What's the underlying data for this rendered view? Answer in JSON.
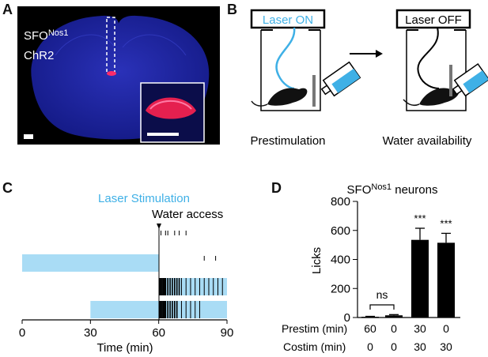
{
  "panels": {
    "A": {
      "letter": "A",
      "label_line1": "SFO",
      "label_line1_sup": "Nos1",
      "label_line2": "ChR2"
    },
    "B": {
      "letter": "B",
      "left_box_label": "Laser ON",
      "right_box_label": "Laser OFF",
      "left_caption": "Prestimulation",
      "right_caption": "Water availability"
    },
    "C": {
      "letter": "C",
      "laser_label": "Laser Stimulation",
      "water_label": "Water access",
      "xlabel": "Time (min)",
      "xticks": [
        "0",
        "30",
        "60",
        "90"
      ]
    },
    "D": {
      "letter": "D",
      "title": "SFO",
      "title_sup": "Nos1",
      "title_suffix": "neurons",
      "ylabel": "Licks",
      "yticks": [
        "0",
        "200",
        "400",
        "600",
        "800"
      ],
      "row1_label": "Prestim (min)",
      "row1_values": [
        "60",
        "0",
        "30",
        "0"
      ],
      "row2_label": "Costim (min)",
      "row2_values": [
        "0",
        "0",
        "30",
        "30"
      ],
      "ns_label": "ns",
      "sig_labels": [
        "***",
        "***"
      ]
    }
  },
  "colors": {
    "laser_blue": "#a9dcf5",
    "fiber_blue": "#3fb0e6",
    "brain_blue": "#1a1f9e",
    "marker_pink": "#ff2b6a",
    "bar_black": "#000000"
  },
  "chart_data": [
    {
      "type": "raster",
      "title": "",
      "xlabel": "Time (min)",
      "xlim": [
        0,
        90
      ],
      "xticks": [
        0,
        30,
        60,
        90
      ],
      "event_line_x": 60,
      "annotations": [
        "Laser Stimulation",
        "Water access"
      ],
      "rows": [
        {
          "laser": null,
          "licks": [
            61,
            63,
            64,
            67,
            69,
            72
          ]
        },
        {
          "laser": [
            0,
            60
          ],
          "licks": [
            80,
            85
          ]
        },
        {
          "laser": [
            60,
            90
          ],
          "licks": [
            60.5,
            61,
            61.5,
            62,
            62.5,
            63,
            64,
            65,
            66,
            67,
            68,
            69,
            70,
            72,
            74,
            76,
            78,
            80,
            82,
            84,
            86,
            88
          ]
        },
        {
          "laser": [
            30,
            90
          ],
          "licks": [
            60.5,
            61,
            61.5,
            62,
            62.5,
            63,
            64,
            65,
            66,
            67,
            68,
            70,
            72,
            74,
            76,
            78
          ]
        }
      ]
    },
    {
      "type": "bar",
      "title": "SFONos1 neurons",
      "xlabel": "",
      "ylabel": "Licks",
      "ylim": [
        0,
        800
      ],
      "yticks": [
        0,
        200,
        400,
        600,
        800
      ],
      "categories": [
        "60/0",
        "0/0",
        "30/30",
        "0/30"
      ],
      "values": [
        5,
        15,
        535,
        515
      ],
      "errors": [
        3,
        5,
        80,
        65
      ],
      "significance": [
        "ns",
        "ns",
        "***",
        "***"
      ]
    }
  ]
}
